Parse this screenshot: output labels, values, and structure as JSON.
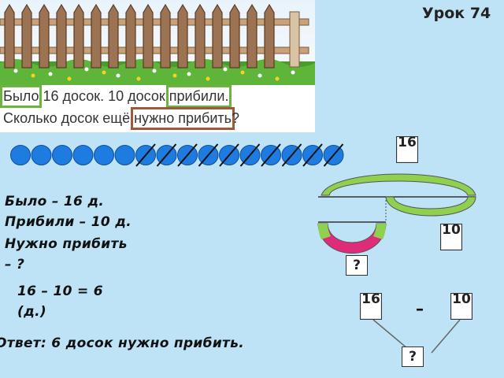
{
  "header": {
    "lesson": "Урок 74"
  },
  "problem": {
    "line1": [
      "Было",
      " 16 досок. 10 досок ",
      "прибили."
    ],
    "line2": [
      "Сколько досок ещё ",
      "нужно прибить",
      "?"
    ]
  },
  "beads": {
    "total": 16,
    "crossed": 10
  },
  "solution": {
    "was": "Было – 16 д.",
    "nailed": "Прибили – 10 д.",
    "need1": "Нужно прибить",
    "need2": "– ?",
    "expr1": "16 – 10 = 6",
    "expr2": "(д.)",
    "answer": "Ответ: 6 досок нужно прибить."
  },
  "diagram": {
    "total": "16",
    "part": "10",
    "unknown": "?"
  },
  "tree": {
    "left": "16",
    "op": "–",
    "right": "10",
    "result": "?"
  },
  "colors": {
    "bead": "#1e7be0",
    "arc_green": "#8fd14f",
    "arc_pink": "#e02a7a",
    "board": "#ffffff"
  }
}
